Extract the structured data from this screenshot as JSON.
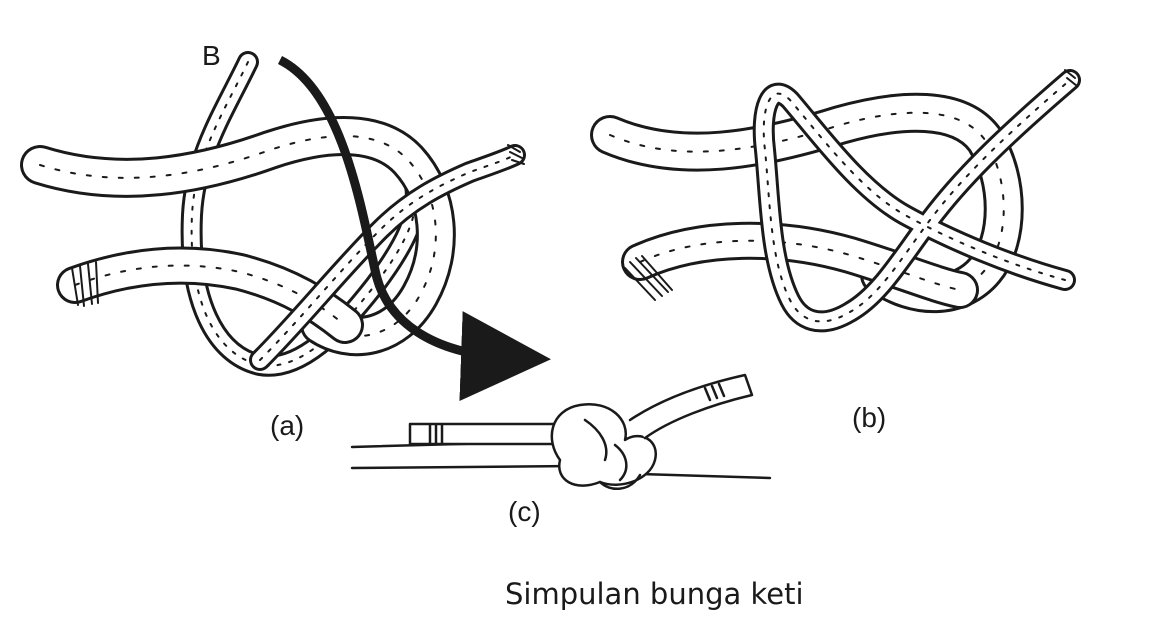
{
  "figure": {
    "caption": "Simpulan bunga keti",
    "rope_end_label": "B",
    "panels": [
      {
        "id": "a",
        "label": "(a)"
      },
      {
        "id": "b",
        "label": "(b)"
      },
      {
        "id": "c",
        "label": "(c)"
      }
    ],
    "colors": {
      "ink": "#1a1a1a",
      "rope_fill": "#ffffff",
      "background": "#ffffff"
    }
  }
}
